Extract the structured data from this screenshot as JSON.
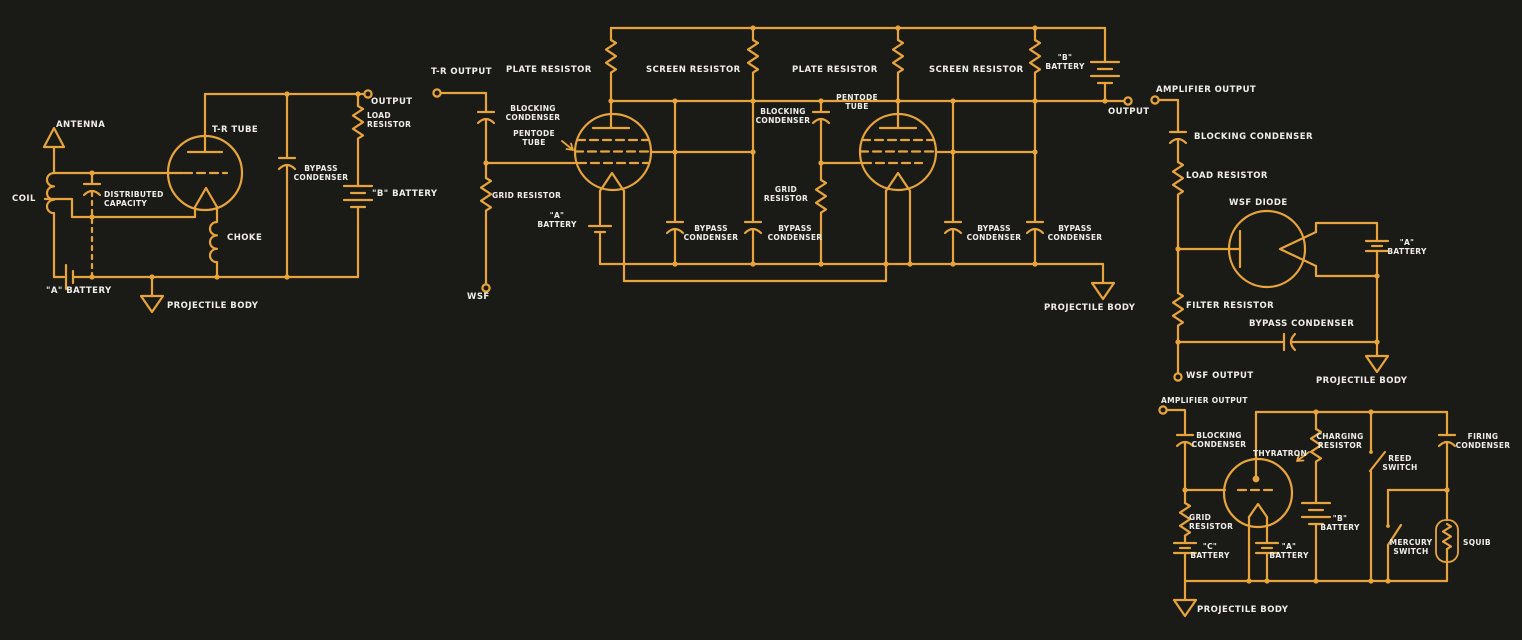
{
  "colors": {
    "background": "#1a1a17",
    "wire": "#E8A43C",
    "label": "#F0EEE8"
  },
  "labels": {
    "antenna": "ANTENNA",
    "coil": "COIL",
    "t_r_tube": "T-R TUBE",
    "distributed_capacity": "DISTRIBUTED\nCAPACITY",
    "choke": "CHOKE",
    "a_battery_left": "\"A\" BATTERY",
    "projectile_body_left": "PROJECTILE BODY",
    "output_left": "OUTPUT",
    "load_resistor_left": "LOAD\nRESISTOR",
    "bypass_condenser_left": "BYPASS\nCONDENSER",
    "b_battery_left": "\"B\" BATTERY",
    "t_r_output": "T-R OUTPUT",
    "blocking_condenser_1": "BLOCKING\nCONDENSER",
    "pentode_tube_1": "PENTODE\nTUBE",
    "grid_resistor_1": "GRID RESISTOR",
    "a_battery_mid": "\"A\"\nBATTERY",
    "wsf_terminal": "WSF",
    "plate_resistor_1": "PLATE RESISTOR",
    "screen_resistor_1": "SCREEN RESISTOR",
    "plate_resistor_2": "PLATE RESISTOR",
    "screen_resistor_2": "SCREEN RESISTOR",
    "b_battery_mid": "\"B\"\nBATTERY",
    "pentode_tube_2": "PENTODE\nTUBE",
    "blocking_condenser_2": "BLOCKING\nCONDENSER",
    "grid_resistor_2": "GRID\nRESISTOR",
    "bypass_condenser_a": "BYPASS\nCONDENSER",
    "bypass_condenser_b": "BYPASS\nCONDENSER",
    "bypass_condenser_c": "BYPASS\nCONDENSER",
    "bypass_condenser_d": "BYPASS\nCONDENSER",
    "output_mid": "OUTPUT",
    "projectile_body_mid": "PROJECTILE BODY",
    "amplifier_output_1": "AMPLIFIER OUTPUT",
    "blocking_condenser_3": "BLOCKING CONDENSER",
    "load_resistor_right": "LOAD RESISTOR",
    "wsf_diode": "WSF DIODE",
    "a_battery_right": "\"A\"\nBATTERY",
    "filter_resistor": "FILTER RESISTOR",
    "bypass_condenser_right": "BYPASS CONDENSER",
    "wsf_output": "WSF OUTPUT",
    "projectile_body_right": "PROJECTILE BODY",
    "amplifier_output_2": "AMPLIFIER OUTPUT",
    "blocking_condenser_4": "BLOCKING\nCONDENSER",
    "thyratron": "THYRATRON",
    "charging_resistor": "CHARGING\nRESISTOR",
    "reed_switch": "REED\nSWITCH",
    "firing_condenser": "FIRING\nCONDENSER",
    "grid_resistor_3": "GRID\nRESISTOR",
    "c_battery": "\"C\"\nBATTERY",
    "a_battery_bottom": "\"A\"\nBATTERY",
    "b_battery_bottom": "\"B\"\nBATTERY",
    "mercury_switch": "MERCURY\nSWITCH",
    "squib": "SQUIB",
    "projectile_body_bottom": "PROJECTILE  BODY"
  }
}
